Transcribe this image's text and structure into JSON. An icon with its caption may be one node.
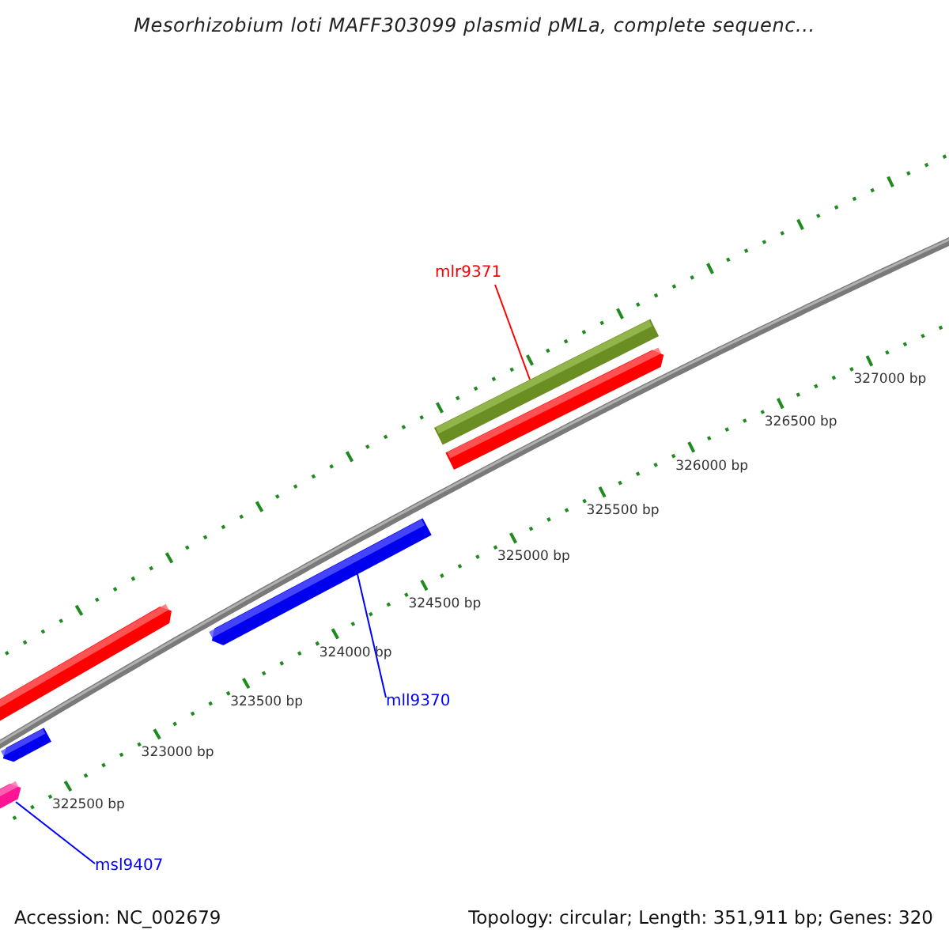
{
  "diagram": {
    "title": "Mesorhizobium loti MAFF303099 plasmid pMLa, complete sequenc...",
    "nodes": [
      {
        "text": [
          "mlr9371"
        ]
      },
      {
        "text": [],
        "shape": "bar"
      },
      {
        "text": [],
        "shape": "bar"
      },
      {
        "text": [
          "mll9370"
        ]
      },
      {
        "text": [],
        "shape": "bar"
      },
      {
        "text": [
          "msl9407"
        ]
      }
    ],
    "edges": [
      {
        "from": 0,
        "to": 1,
        "arrow": "none",
        "color": "#ff0000"
      },
      {
        "from": 3,
        "to": 2,
        "arrow": "none"
      },
      {
        "from": 5,
        "to": 4,
        "arrow": "none"
      }
    ],
    "labels": [
      "327000 bp",
      "326500 bp",
      "326000 bp",
      "325500 bp",
      "325000 bp",
      "324500 bp",
      "324000 bp",
      "323500 bp",
      "323000 bp",
      "322500 bp",
      "Accession: NC_002679",
      "Topology: circular; Length: 351,911 bp; Genes: 320"
    ]
  }
}
